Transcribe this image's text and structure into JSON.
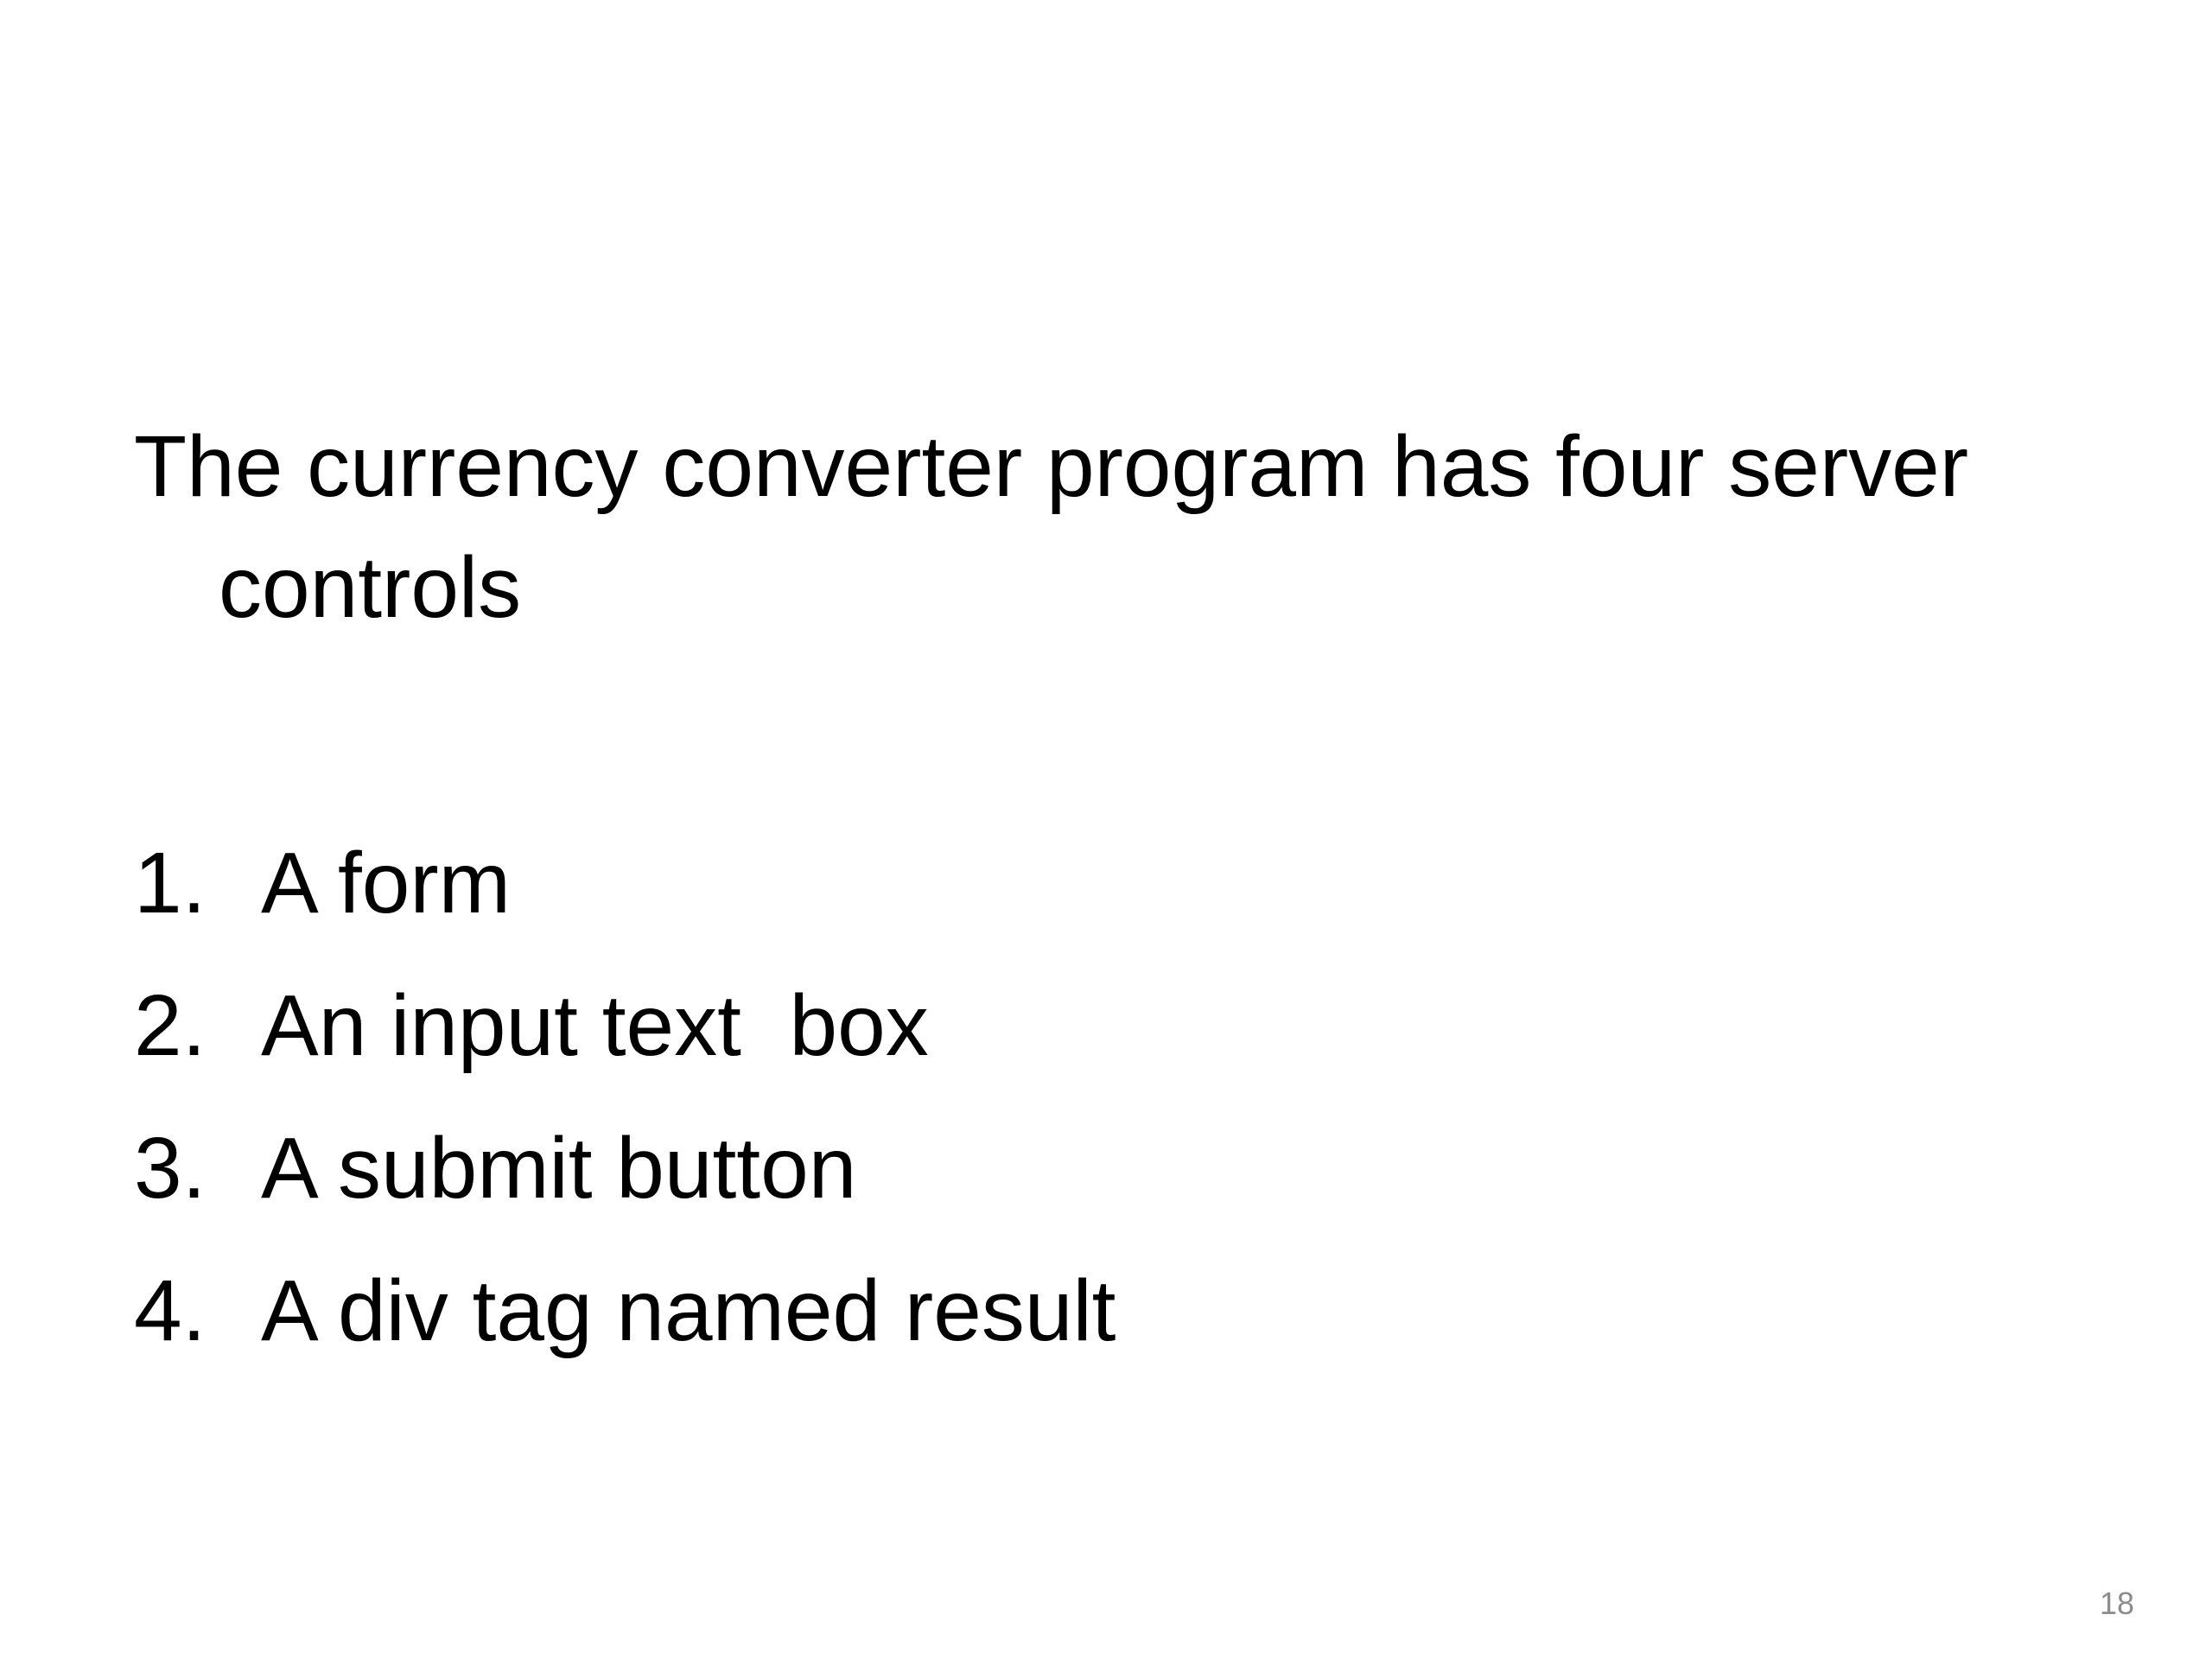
{
  "slide": {
    "intro": {
      "line1": "The currency converter program has four server",
      "line2": "controls"
    },
    "items": [
      {
        "number": "1.",
        "text": "A form"
      },
      {
        "number": "2.",
        "text": "An input text  box"
      },
      {
        "number": "3.",
        "text": "A submit button"
      },
      {
        "number": "4.",
        "text": "A div tag named result"
      }
    ],
    "page_number": "18"
  }
}
